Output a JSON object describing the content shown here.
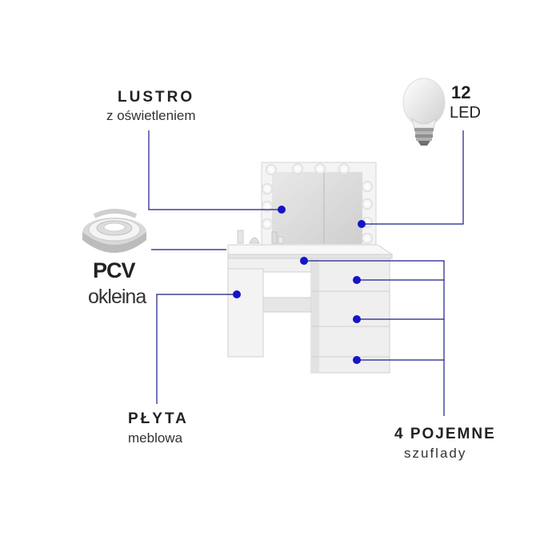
{
  "callouts": {
    "lustro": {
      "title": "LUSTRO",
      "subtitle": "z oświetleniem"
    },
    "led": {
      "count": "12",
      "unit": "LED"
    },
    "pcv": {
      "title": "PCV",
      "subtitle": "okleina"
    },
    "plyta": {
      "title": "PŁYTA",
      "subtitle": "meblowa"
    },
    "szuflady": {
      "title": "4 POJEMNE",
      "subtitle": "szuflady"
    }
  },
  "colors": {
    "leader_line": "#1a1a8c",
    "marker": "#1414c8",
    "furniture": "#f1f1f1"
  }
}
